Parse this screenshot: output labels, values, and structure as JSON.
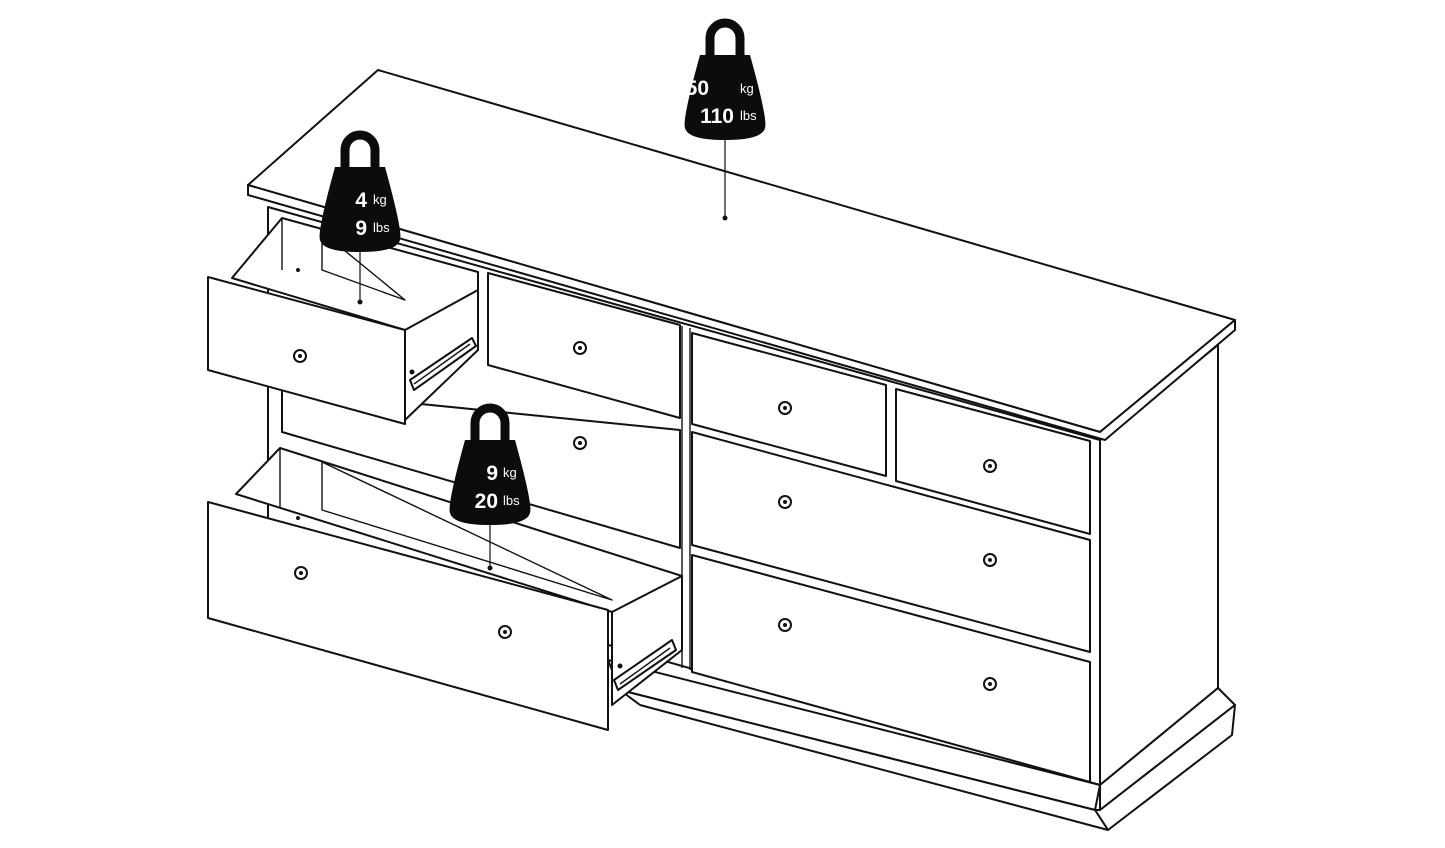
{
  "colors": {
    "line": "#111111",
    "weight_fill": "#0c0c0c",
    "weight_text": "#ffffff",
    "background": "#ffffff"
  },
  "icon": "weight-icon",
  "weights": {
    "top": {
      "kg_value": "50",
      "kg_unit": "kg",
      "lbs_value": "110",
      "lbs_unit": "lbs"
    },
    "small_drawer": {
      "kg_value": "4",
      "kg_unit": "kg",
      "lbs_value": "9",
      "lbs_unit": "lbs"
    },
    "large_drawer": {
      "kg_value": "9",
      "kg_unit": "kg",
      "lbs_value": "20",
      "lbs_unit": "lbs"
    }
  }
}
